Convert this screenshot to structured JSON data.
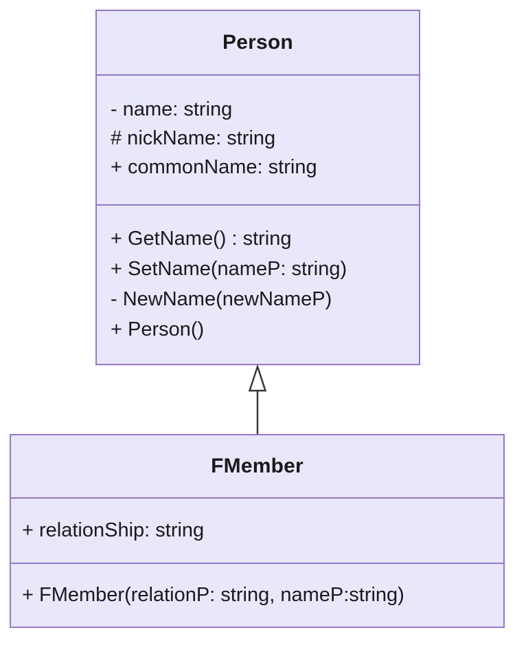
{
  "diagram": {
    "type": "uml-class-diagram",
    "colors": {
      "class_fill": "#E9E8FB",
      "class_stroke": "#9673D8",
      "text": "#1A1A1A",
      "arrow_stroke": "#383838",
      "background": "#FFFFFF"
    },
    "classes": [
      {
        "name": "Person",
        "attributes": [
          "- name: string",
          "# nickName: string",
          "+ commonName: string"
        ],
        "methods": [
          "+ GetName() : string",
          "+ SetName(nameP: string)",
          "- NewName(newNameP)",
          "+ Person()"
        ]
      },
      {
        "name": "FMember",
        "attributes": [
          "+ relationShip: string"
        ],
        "methods": [
          "+ FMember(relationP: string, nameP:string)"
        ]
      }
    ],
    "relationships": [
      {
        "type": "inheritance",
        "from": "FMember",
        "to": "Person",
        "marker": "hollow-triangle"
      }
    ]
  }
}
